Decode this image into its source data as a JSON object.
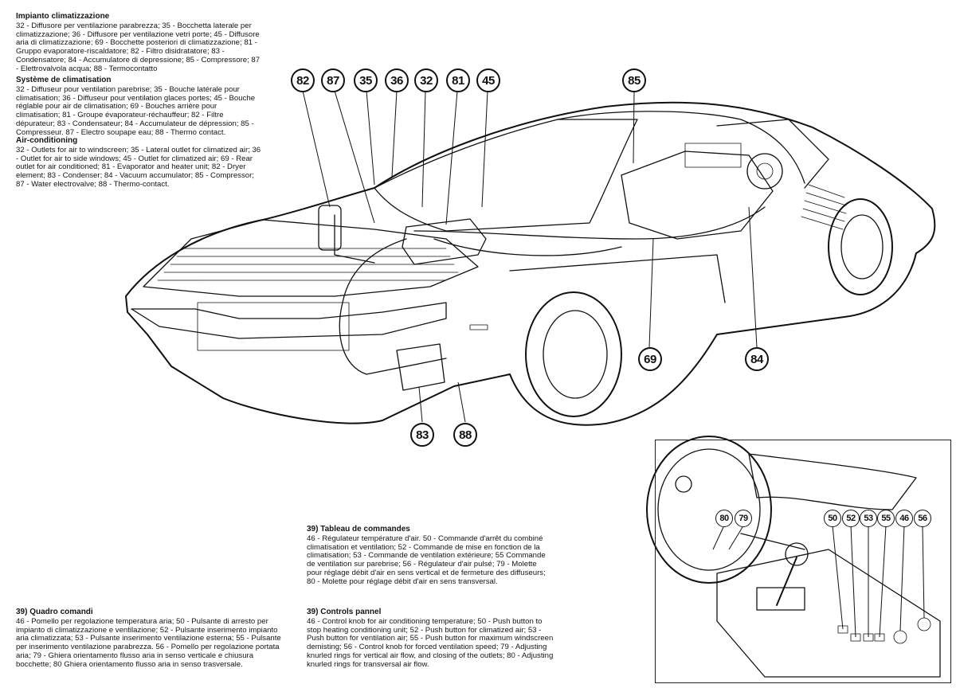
{
  "captions": {
    "italian": {
      "title": "Impianto climatizzazione",
      "text": "32 - Diffusore per ventilazione parabrezza; 35 - Bocchetta laterale per climatizzazione; 36 - Diffusore per ventilazione vetri porte; 45 - Diffusore aria di climatizzazione; 69 - Bocchette posteriori di climatizzazione; 81 - Gruppo evaporatore-riscaldatore; 82 - Filtro disidratatore; 83 - Condensatore; 84 - Accumulatore di depressione; 85 - Compressore; 87 - Elettrovalvola acqua; 88 - Termocontatto"
    },
    "french": {
      "title": "Système de climatisation",
      "text": "32 - Diffuseur pour ventilation parebrise; 35 - Bouche latérale pour climatisation; 36 - Diffuseur pour ventilation glaces portes; 45 - Bouche réglable pour air de climatisation; 69 - Bouches arrière pour climatisation; 81 - Groupe évaporateur-réchauffeur; 82 - Filtre dépurateur; 83 - Condensateur; 84 - Accumulateur de dépression; 85 - Compresseur. 87 - Electro soupape eau; 88 - Thermo contact."
    },
    "english": {
      "title": "Air-conditioning",
      "text": "32 - Outlets for air to windscreen; 35 - Lateral outlet for climatized air; 36 - Outlet for air to side windows; 45 - Outlet for climatized air; 69 - Rear outlet for air conditioned; 81 - Evaporator and heater unit; 82 - Dryer element; 83 - Condenser; 84 - Vacuum accumulator; 85 - Compressor; 87 - Water electrovalve; 88 - Thermo-contact."
    },
    "dash_french": {
      "title": "39) Tableau de commandes",
      "text": "46 - Régulateur température d'air. 50 - Commande d'arrêt du combiné climatisation et ventilation; 52 - Commande de mise en fonction de la climatisation; 53 - Commande de ventilation extérieure; 55 Commande de ventilation sur parebrise; 56 - Régulateur d'air pulsé; 79 - Molette pour réglage débit d'air en sens vertical et de fermeture des diffuseurs; 80 - Molette pour réglage débit d'air en sens transversal."
    },
    "dash_italian": {
      "title": "39) Quadro comandi",
      "text": "46 - Pomello per regolazione temperatura aria; 50 - Pulsante di arresto per impianto di climatizzazione e ventilazione; 52 - Pulsante inserimento impianto aria climatizzata; 53 - Pulsante inserimento ventilazione esterna; 55 - Pulsante per inserimento ventilazione parabrezza. 56 - Pomello per regolazione portata aria; 79 - Ghiera orientamento flusso aria in senso verticale e chiusura bocchette; 80 Ghiera orientamento flusso aria in senso trasversale."
    },
    "dash_english": {
      "title": "39) Controls pannel",
      "text": "46 - Control knob for air conditioning temperature; 50 - Push button to stop heating conditioning unit; 52 - Push button for climatized air; 53 - Push button for ventilation air; 55 - Push button for maximum windscreen demisting; 56 - Control knob for forced ventilation speed; 79 - Adjusting knurled rings for vertical air flow, and closing of the outlets; 80 - Adjusting knurled rings for transversal air flow."
    }
  },
  "car_callouts": [
    "82",
    "87",
    "35",
    "36",
    "32",
    "81",
    "45",
    "85",
    "69",
    "84",
    "83",
    "88"
  ],
  "dash_callouts": [
    "80",
    "79",
    "50",
    "52",
    "53",
    "55",
    "46",
    "56"
  ]
}
